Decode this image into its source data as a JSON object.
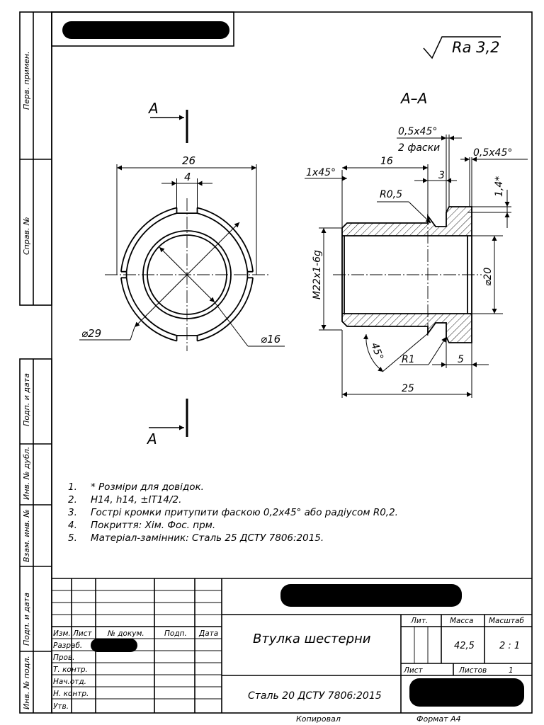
{
  "roughness": "Ra 3,2",
  "section_title": "A–A",
  "cut_label": "A",
  "side_labels": {
    "perv_primen": "Перв. примен.",
    "sprav_no": "Справ. №",
    "podp_data_1": "Подп. и дата",
    "inv_dubl": "Инв. № дубл.",
    "vzam_inv": "Взам. инв. №",
    "podp_data_2": "Подп. и дата",
    "inv_podl": "Инв. № подл."
  },
  "front_view_dims": {
    "width": "26",
    "slot": "4",
    "outer_dia": "⌀29",
    "inner_dia": "⌀16"
  },
  "section_dims": {
    "chamfer_top": "0,5x45°",
    "chamfer_note": "2 фаски",
    "chamfer_right": "0,5x45°",
    "chamfer_left": "1x45°",
    "len_16": "16",
    "len_3": "3",
    "depth": "1,4*",
    "r05": "R0,5",
    "thread": "M22x1-6g",
    "dia20": "⌀20",
    "angle": "45°",
    "r1": "R1",
    "len_5": "5",
    "len_25": "25"
  },
  "notes": [
    {
      "num": "1.",
      "text": "* Розміри для довідок."
    },
    {
      "num": "2.",
      "text": "H14, h14, ±IT14/2."
    },
    {
      "num": "3.",
      "text": "Гострі кромки притупити фаскою 0,2х45° або радіусом R0,2."
    },
    {
      "num": "4.",
      "text": "Покриття: Хім. Фос. прм."
    },
    {
      "num": "5.",
      "text": "Матеріал-замінник: Сталь 25 ДСТУ 7806:2015."
    }
  ],
  "title_block": {
    "izm": "Изм.",
    "list": "Лист",
    "no_dokum": "№ докум.",
    "podp": "Подп.",
    "data": "Дата",
    "razrab": "Разраб.",
    "prov": "Пров.",
    "t_kontr": "Т. контр.",
    "nach_otd": "Нач.отд.",
    "n_kontr": "Н. контр.",
    "utv": "Утв.",
    "part_name": "Втулка шестерни",
    "material": "Сталь 20 ДСТУ 7806:2015",
    "lit": "Лит.",
    "massa": "Масса",
    "masshtab": "Масштаб",
    "mass_value": "42,5",
    "scale_value": "2 : 1",
    "sheet": "Лист",
    "sheets": "Листов",
    "sheets_value": "1"
  },
  "footer": {
    "copied": "Копировал",
    "format": "Формат А4"
  }
}
